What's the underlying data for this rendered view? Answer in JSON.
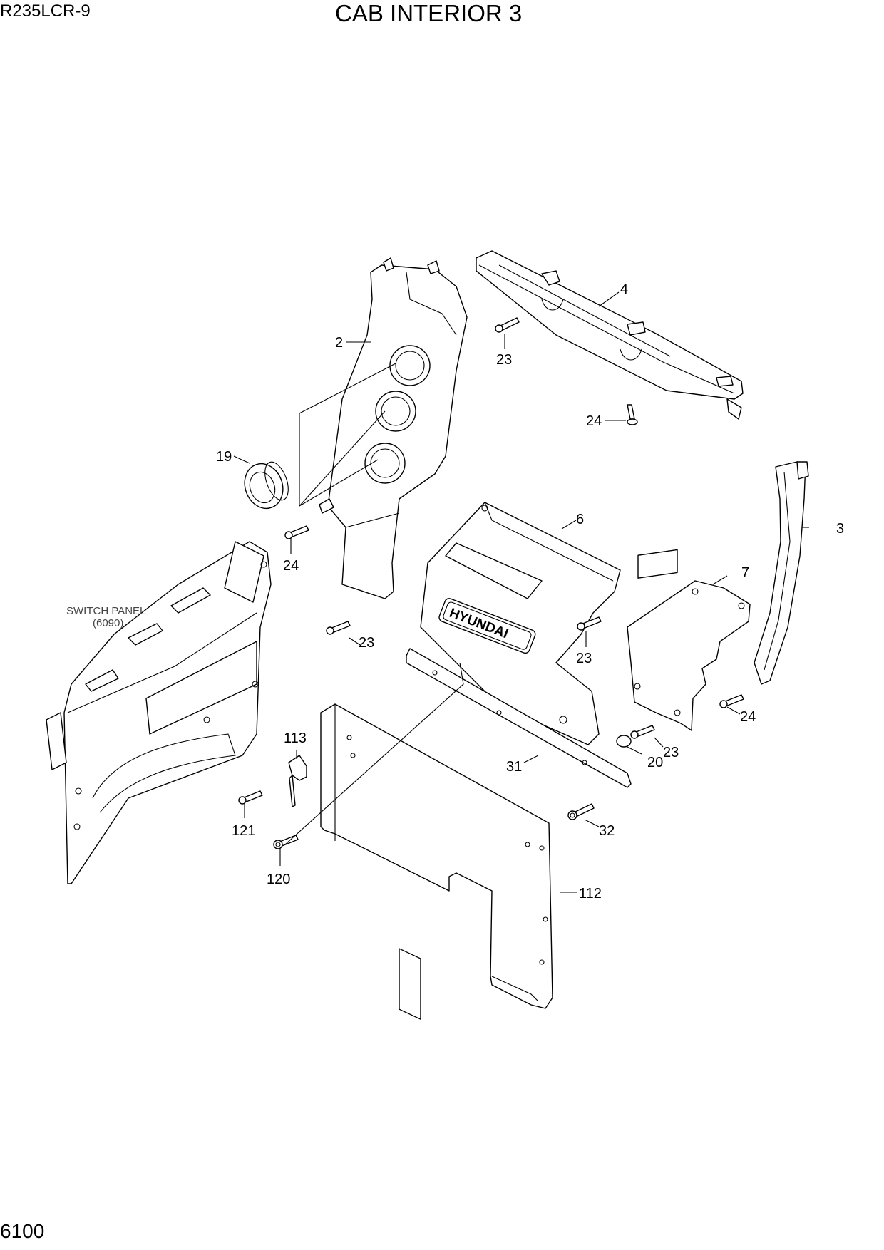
{
  "header": {
    "model": "R235LCR-9",
    "title": "CAB INTERIOR 3"
  },
  "footer": {
    "page_number": "6100"
  },
  "reference_note": {
    "line1": "SWITCH PANEL",
    "line2": "(6090)"
  },
  "callouts": {
    "p2": "2",
    "p3": "3",
    "p4": "4",
    "p6": "6",
    "p7": "7",
    "p19": "19",
    "p20": "20",
    "p23a": "23",
    "p23b": "23",
    "p23c": "23",
    "p23d": "23",
    "p24a": "24",
    "p24b": "24",
    "p24c": "24",
    "p31": "31",
    "p32": "32",
    "p112": "112",
    "p113": "113",
    "p120": "120",
    "p121": "121"
  },
  "brand_logo": "HYUNDAI"
}
